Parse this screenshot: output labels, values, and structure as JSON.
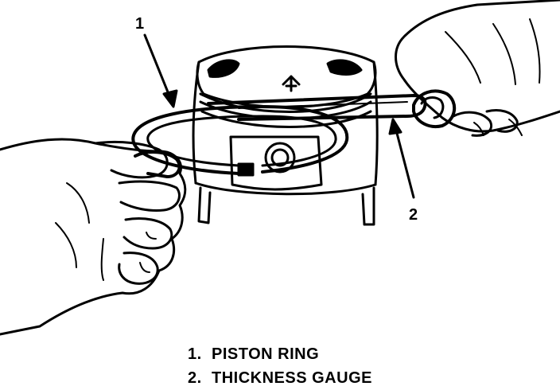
{
  "callouts": [
    {
      "number": "1",
      "label": "PISTON RING"
    },
    {
      "number": "2",
      "label": "THICKNESS GAUGE"
    }
  ],
  "legend_items": [
    {
      "number": "1.",
      "label": "PISTON RING"
    },
    {
      "number": "2.",
      "label": "THICKNESS GAUGE"
    }
  ],
  "colors": {
    "ink": "#000000",
    "paper": "#ffffff"
  }
}
